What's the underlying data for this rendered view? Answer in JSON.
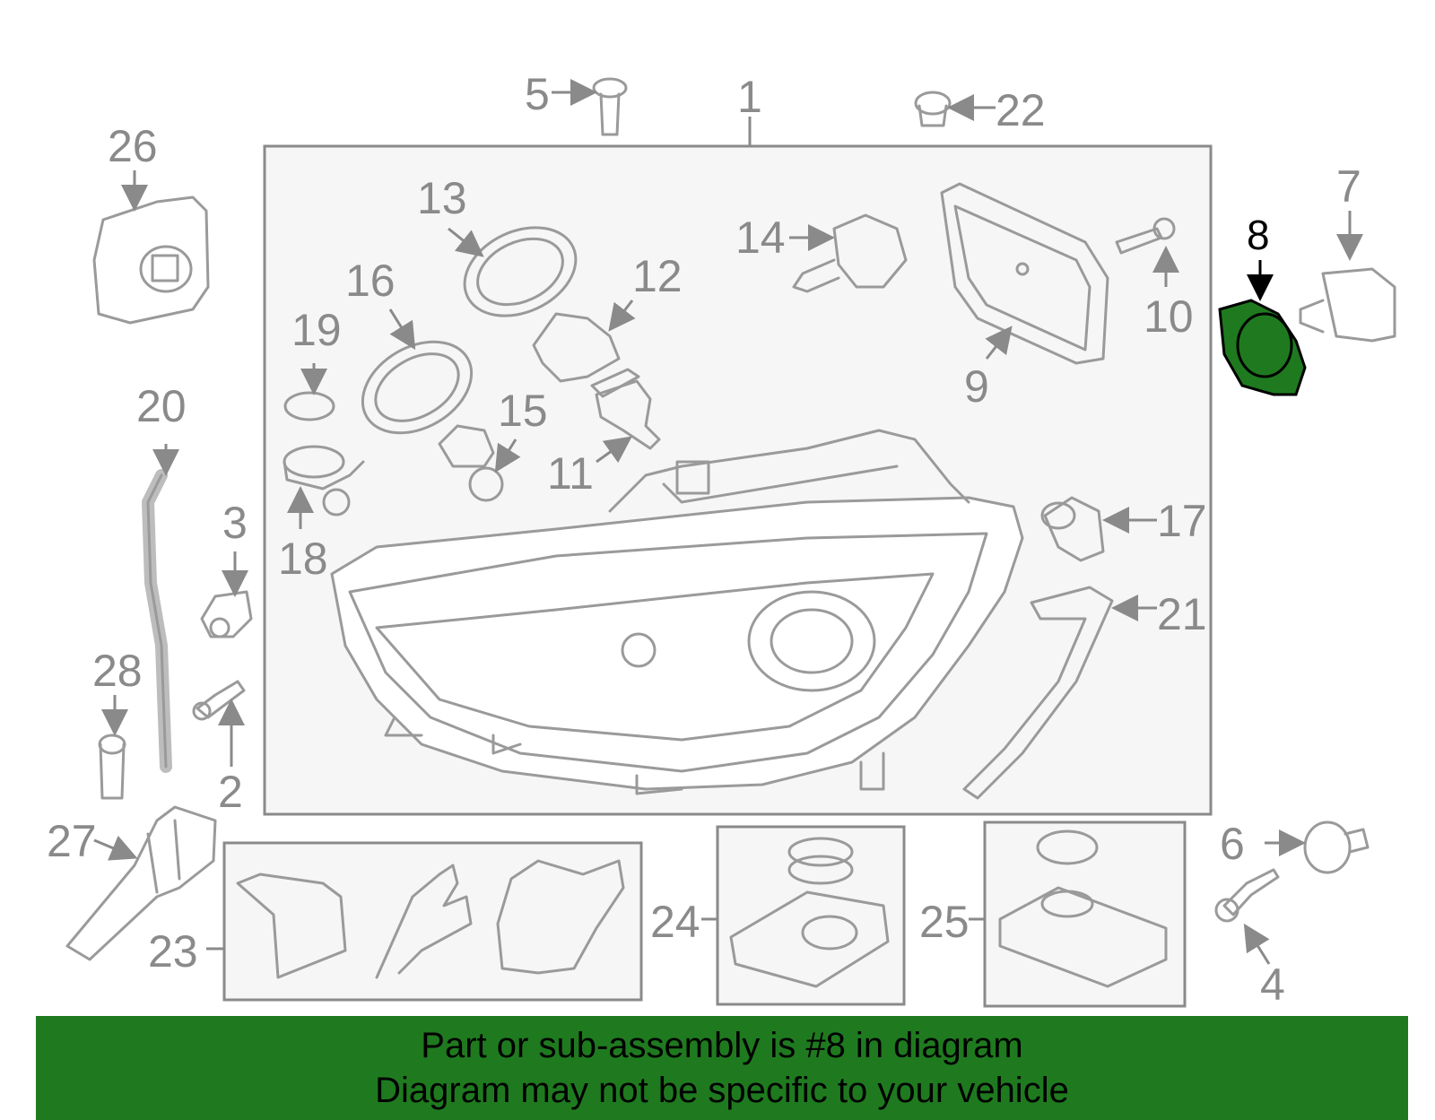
{
  "callouts": {
    "c1": "1",
    "c2": "2",
    "c3": "3",
    "c4": "4",
    "c5": "5",
    "c6": "6",
    "c7": "7",
    "c8": "8",
    "c9": "9",
    "c10": "10",
    "c11": "11",
    "c12": "12",
    "c13": "13",
    "c14": "14",
    "c15": "15",
    "c16": "16",
    "c17": "17",
    "c18": "18",
    "c19": "19",
    "c20": "20",
    "c21": "21",
    "c22": "22",
    "c23": "23",
    "c24": "24",
    "c25": "25",
    "c26": "26",
    "c27": "27",
    "c28": "28"
  },
  "highlight": {
    "part": "8",
    "color": "#1f7a1f"
  },
  "banner": {
    "line1": "Part or sub-assembly is #8 in diagram",
    "line2": "Diagram may not be specific to your vehicle",
    "color": "#1f7a1f"
  }
}
